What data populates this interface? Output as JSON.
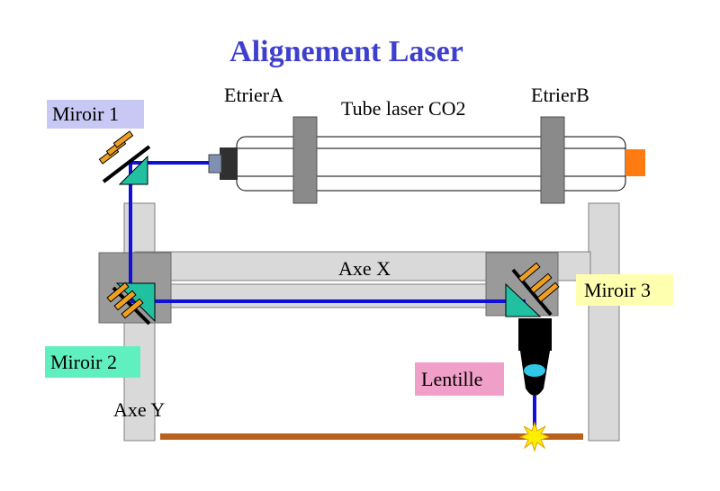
{
  "title": "Alignement Laser",
  "labels": {
    "miroir1": "Miroir 1",
    "miroir2": "Miroir 2",
    "miroir3": "Miroir 3",
    "etrier_a": "EtrierA",
    "etrier_b": "EtrierB",
    "tube": "Tube laser CO2",
    "axe_x": "Axe X",
    "axe_y": "Axe Y",
    "lentille": "Lentille"
  },
  "colors": {
    "title": "#3f3fcf",
    "beam": "#1010d8",
    "frame": "#d9d9d9",
    "carriage": "#9a9a9a",
    "bracket": "#8a8a8a",
    "mirror": "#20c0a0",
    "mount": "#f0a020",
    "tube_cap": "#ff7a10",
    "table": "#b8601c",
    "spark": "#ffee00",
    "lens": "#30c8e8",
    "miroir1_bg": "#c8c8f4",
    "miroir2_bg": "#60f0c0",
    "miroir3_bg": "#ffffb0",
    "lentille_bg": "#f0a0c8"
  },
  "icons": [
    "mirror-icon",
    "laser-tube-icon",
    "lens-icon",
    "spark-icon"
  ]
}
